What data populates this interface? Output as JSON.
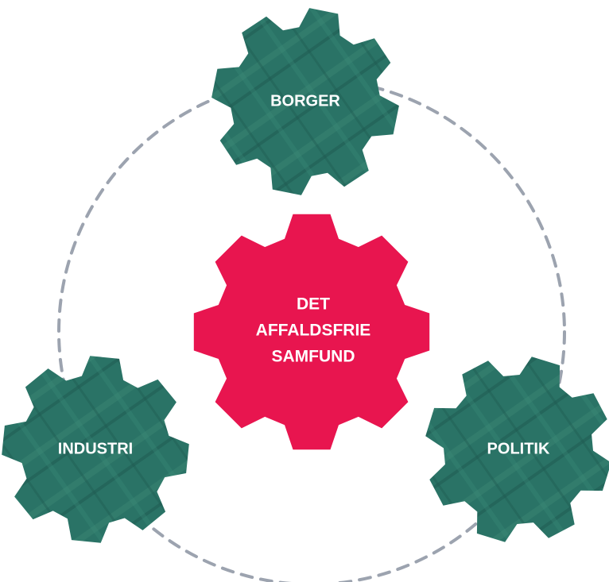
{
  "center": {
    "label_lines": [
      "DET",
      "AFFALDSFRIE",
      "SAMFUND"
    ]
  },
  "nodes": [
    {
      "id": "borger",
      "label": "BORGER"
    },
    {
      "id": "industri",
      "label": "INDUSTRI"
    },
    {
      "id": "politik",
      "label": "POLITIK"
    }
  ],
  "colors": {
    "center_gear": "#E8154F",
    "outer_gear": "#2A7366",
    "outer_gear_texture": "#3E8A7C",
    "connector": "#9CA3AF",
    "text": "#FFFFFF"
  },
  "connector_style": "dashed-circle"
}
